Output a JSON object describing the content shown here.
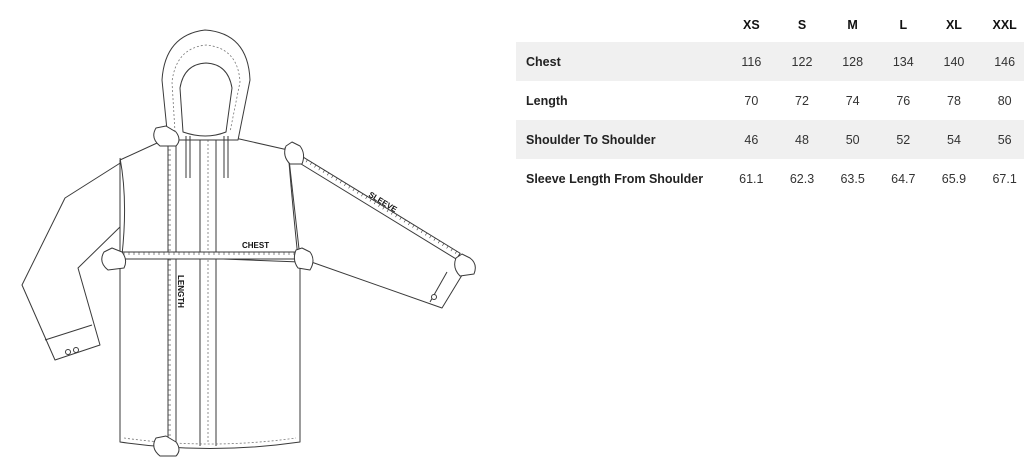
{
  "diagram": {
    "labels": {
      "chest": "CHEST",
      "length": "LENGTH",
      "sleeve": "SLEEVE"
    }
  },
  "size_table": {
    "sizes": [
      "XS",
      "S",
      "M",
      "L",
      "XL",
      "XXL"
    ],
    "rows": [
      {
        "label": "Chest",
        "values": [
          "116",
          "122",
          "128",
          "134",
          "140",
          "146"
        ]
      },
      {
        "label": "Length",
        "values": [
          "70",
          "72",
          "74",
          "76",
          "78",
          "80"
        ]
      },
      {
        "label": "Shoulder To Shoulder",
        "values": [
          "46",
          "48",
          "50",
          "52",
          "54",
          "56"
        ]
      },
      {
        "label": "Sleeve Length From Shoulder",
        "values": [
          "61.1",
          "62.3",
          "63.5",
          "64.7",
          "65.9",
          "67.1"
        ]
      }
    ],
    "stripe_color": "#f0f0f0"
  }
}
